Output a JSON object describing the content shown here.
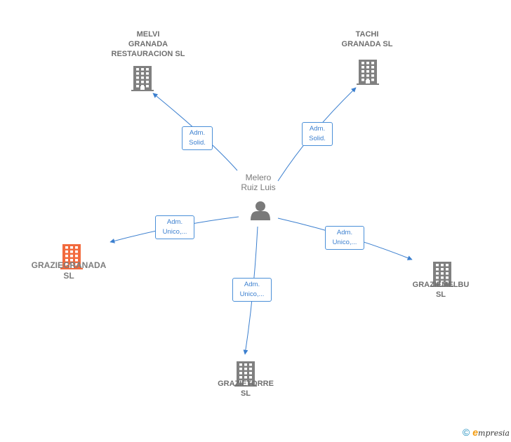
{
  "center": {
    "name": "Melero\nRuiz Luis",
    "icon": "person-icon"
  },
  "companies": [
    {
      "id": "melvi",
      "name": "MELVI\nGRANADA\nRESTAURACION SL",
      "role": "Adm.\nSolid.",
      "color": "#808080",
      "icon": "building-icon"
    },
    {
      "id": "tachi",
      "name": "TACHI\nGRANADA  SL",
      "role": "Adm.\nSolid.",
      "color": "#808080",
      "icon": "building-icon"
    },
    {
      "id": "graziegranada",
      "name": "GRAZIEGRANADA\nSL",
      "role": "Adm.\nUnico,...",
      "color": "#f26a3d",
      "icon": "building-icon"
    },
    {
      "id": "graziemelbu",
      "name": "GRAZIEMELBU\nSL",
      "role": "Adm.\nUnico,...",
      "color": "#808080",
      "icon": "building-icon"
    },
    {
      "id": "grazietorre",
      "name": "GRAZIETORRE\nSL",
      "role": "Adm.\nUnico,...",
      "color": "#808080",
      "icon": "building-icon"
    }
  ],
  "colors": {
    "edge": "#3b7fcf",
    "edge_box_border": "#4a8fd8",
    "person": "#7a7a7a"
  },
  "brand": {
    "copyright": "©",
    "e": "e",
    "rest": "mpresia"
  }
}
